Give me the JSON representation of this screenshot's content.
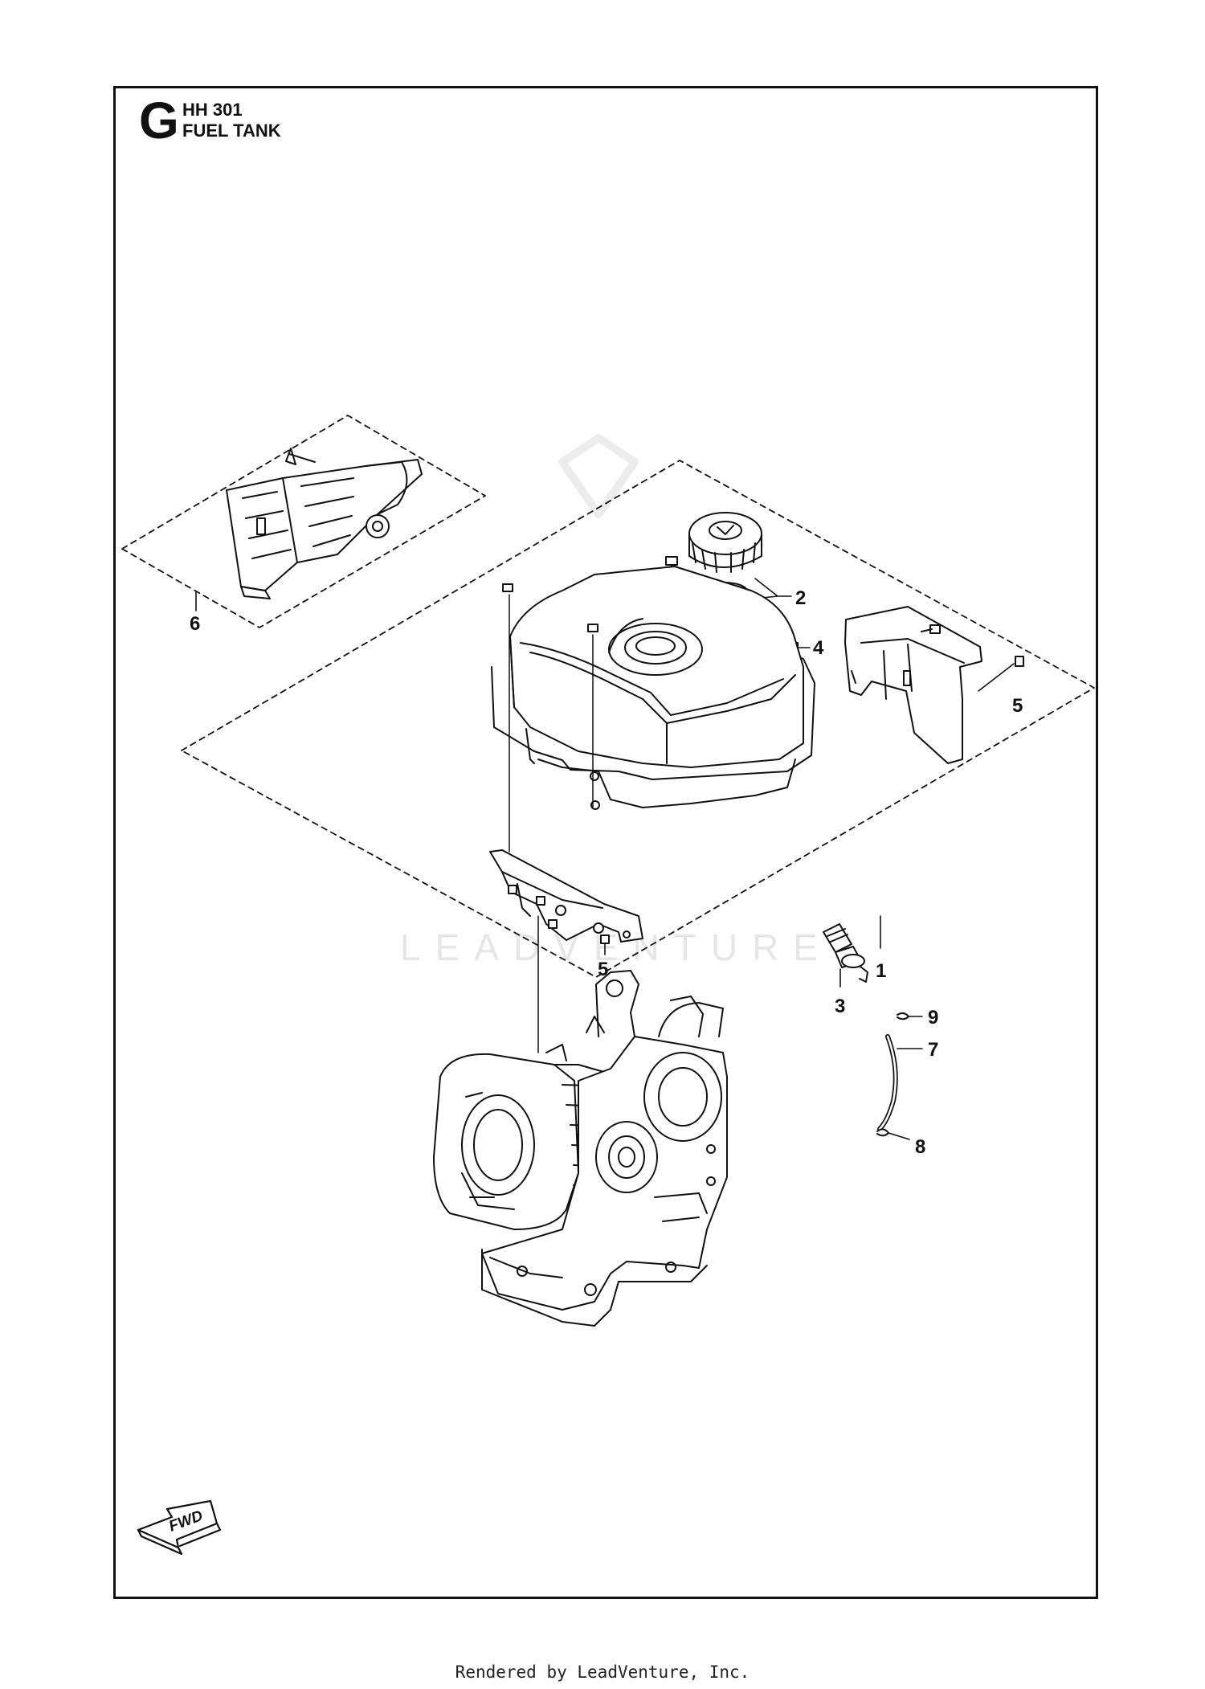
{
  "section": {
    "letter": "G",
    "model": "HH 301",
    "name": "FUEL TANK"
  },
  "callouts": {
    "c1": "1",
    "c2": "2",
    "c3": "3",
    "c4": "4",
    "c5a": "5",
    "c5b": "5",
    "c6": "6",
    "c7": "7",
    "c8": "8",
    "c9": "9"
  },
  "fwd_label": "FWD",
  "watermark": "LEADVENTURE",
  "footer": "Rendered by LeadVenture, Inc."
}
